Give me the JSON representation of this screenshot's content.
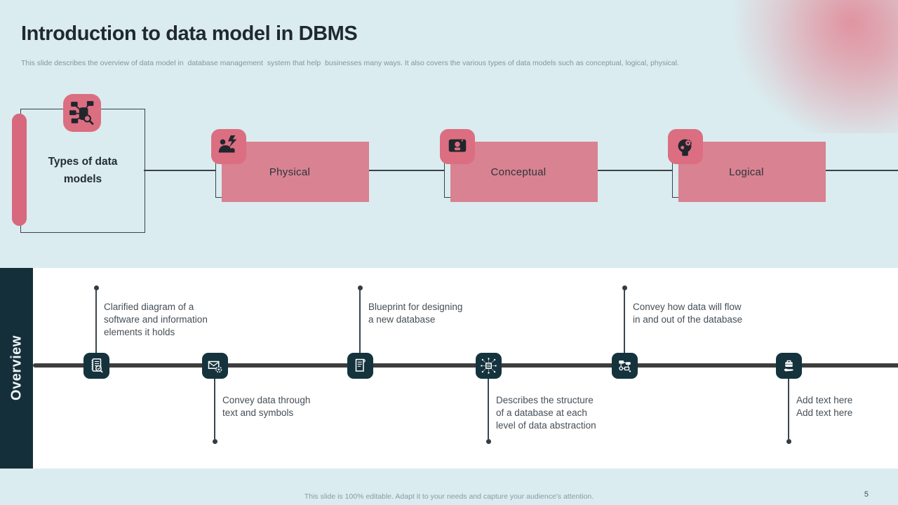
{
  "slide": {
    "title": "Introduction to data model in DBMS",
    "subtitle": "This slide describes the overview of data model in  database management  system that help  businesses many ways. It also covers the various types of data models such as conceptual, logical, physical.",
    "footer_note": "This slide is 100% editable.  Adapt it to your needs and capture your audience's attention.",
    "page_number": "5"
  },
  "flowchart": {
    "root": {
      "label": "Types of data\nmodels",
      "icon": "database-network-icon"
    },
    "nodes": [
      {
        "label": "Physical",
        "icon": "strength-arm-icon"
      },
      {
        "label": "Conceptual",
        "icon": "idea-presentation-icon"
      },
      {
        "label": "Logical",
        "icon": "head-gears-icon"
      }
    ]
  },
  "overview": {
    "label": "Overview",
    "milestones": [
      {
        "icon": "notebook-search-icon",
        "position": "above",
        "text": "Clarified diagram of a\nsoftware and information\nelements it holds"
      },
      {
        "icon": "mail-gear-icon",
        "position": "below",
        "text": "Convey data through\ntext and symbols"
      },
      {
        "icon": "blueprint-icon",
        "position": "above",
        "text": "Blueprint for designing\na new database"
      },
      {
        "icon": "network-node-icon",
        "position": "below",
        "text": "Describes the structure\nof a database at each\nlevel of data abstraction"
      },
      {
        "icon": "data-flowchart-icon",
        "position": "above",
        "text": "Convey  how data will flow\nin and out of the database"
      },
      {
        "icon": "hand-briefcase-icon",
        "position": "below",
        "text": "Add text here\nAdd text here"
      }
    ]
  },
  "colors": {
    "background": "#daecef",
    "band": "#ffffff",
    "sidebar": "#152f3a",
    "node": "#14333d",
    "timeline_line": "#3d3d3d",
    "accent_pink": "#dc6e82",
    "accent_pink_soft": "#d98291",
    "title_text": "#1f292e",
    "muted_text": "#8296a1",
    "body_text": "#454f57"
  }
}
